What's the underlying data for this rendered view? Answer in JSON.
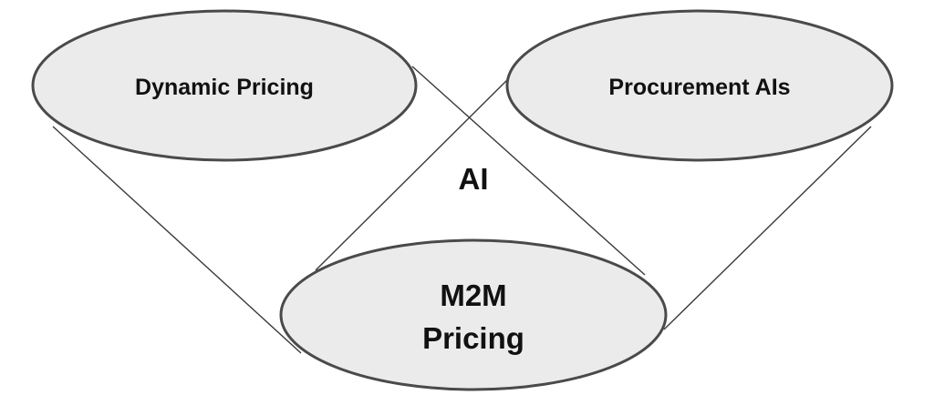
{
  "nodes": {
    "left": {
      "label": "Dynamic Pricing"
    },
    "right": {
      "label": "Procurement AIs"
    },
    "bottom": {
      "line1": "M2M",
      "line2": "Pricing"
    }
  },
  "center_label": "AI"
}
